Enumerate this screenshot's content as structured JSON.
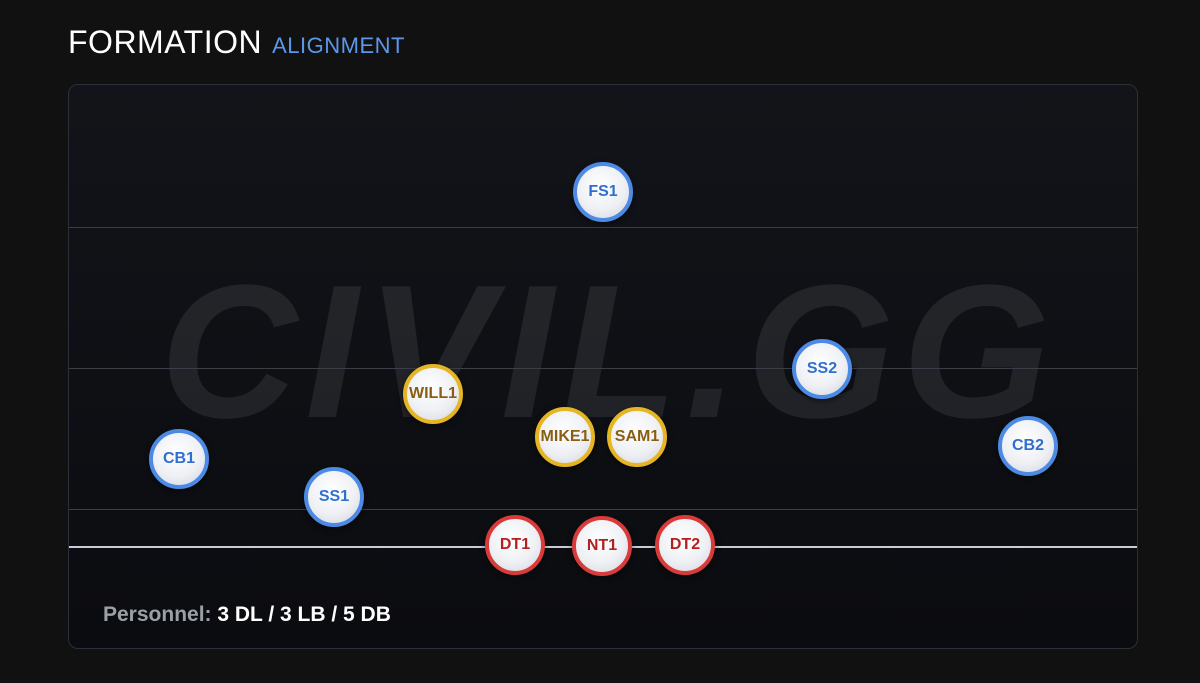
{
  "header": {
    "title": "FORMATION",
    "subtitle": "ALIGNMENT"
  },
  "watermark": "CIVIL.GG",
  "players": [
    {
      "id": "FS1",
      "group": "db"
    },
    {
      "id": "SS2",
      "group": "db"
    },
    {
      "id": "WILL1",
      "group": "lb"
    },
    {
      "id": "MIKE1",
      "group": "lb"
    },
    {
      "id": "SAM1",
      "group": "lb"
    },
    {
      "id": "CB1",
      "group": "db"
    },
    {
      "id": "CB2",
      "group": "db"
    },
    {
      "id": "SS1",
      "group": "db"
    },
    {
      "id": "DT1",
      "group": "dl"
    },
    {
      "id": "NT1",
      "group": "dl"
    },
    {
      "id": "DT2",
      "group": "dl"
    }
  ],
  "personnel": {
    "label": "Personnel:",
    "value": "3 DL / 3 LB / 5 DB"
  },
  "colors": {
    "db": "#4d8ae6",
    "lb": "#e6b523",
    "dl": "#d93a3a",
    "accent": "#5b97ea"
  }
}
